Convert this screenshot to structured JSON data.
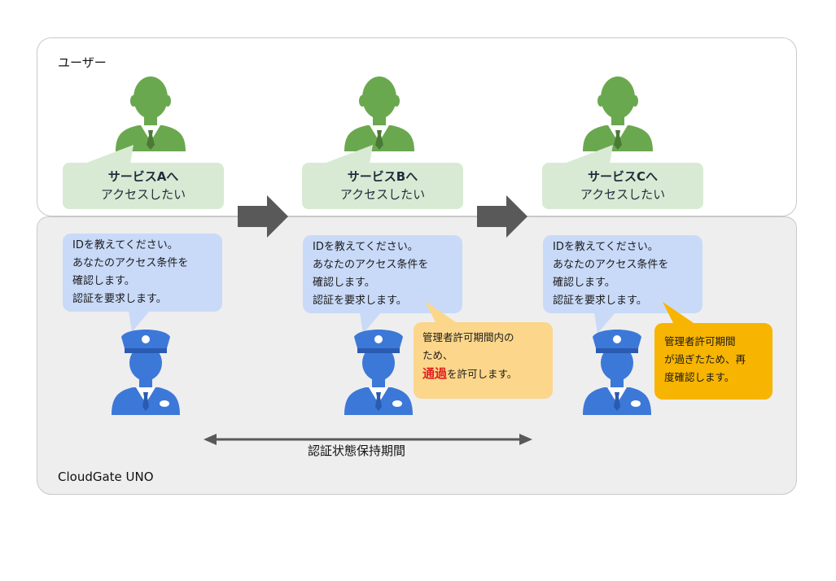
{
  "colors": {
    "user_green": "#6aa84f",
    "user_bubble": "#d8ead3",
    "guard_blue": "#3c78d8",
    "gate_bubble": "#c9daf8",
    "note_pass": "#fcd68a",
    "note_reauth": "#f7b400",
    "pass_red": "#e02020",
    "arrow_gray": "#595959"
  },
  "icons": {
    "user": "user-person-icon",
    "guard": "guard-officer-icon",
    "flow": "right-arrow-icon",
    "period": "double-arrow-icon"
  },
  "user_area": {
    "label": "ユーザー",
    "requests": [
      {
        "service": "サービスAへ",
        "action": "アクセスしたい"
      },
      {
        "service": "サービスBへ",
        "action": "アクセスしたい"
      },
      {
        "service": "サービスCへ",
        "action": "アクセスしたい"
      }
    ]
  },
  "gate_area": {
    "label": "CloudGate UNO",
    "guard_message": [
      "IDを教えてください。",
      "あなたのアクセス条件を",
      "確認します。",
      "認証を要求します。"
    ],
    "note_b": {
      "line1": "管理者許可期間内の",
      "line2": "ため、",
      "pass_word": "通過",
      "line3_rest": "を許可します。"
    },
    "note_c": [
      "管理者許可期間",
      "が過ぎたため、再",
      "度確認します。"
    ],
    "period_label": "認証状態保持期間"
  }
}
